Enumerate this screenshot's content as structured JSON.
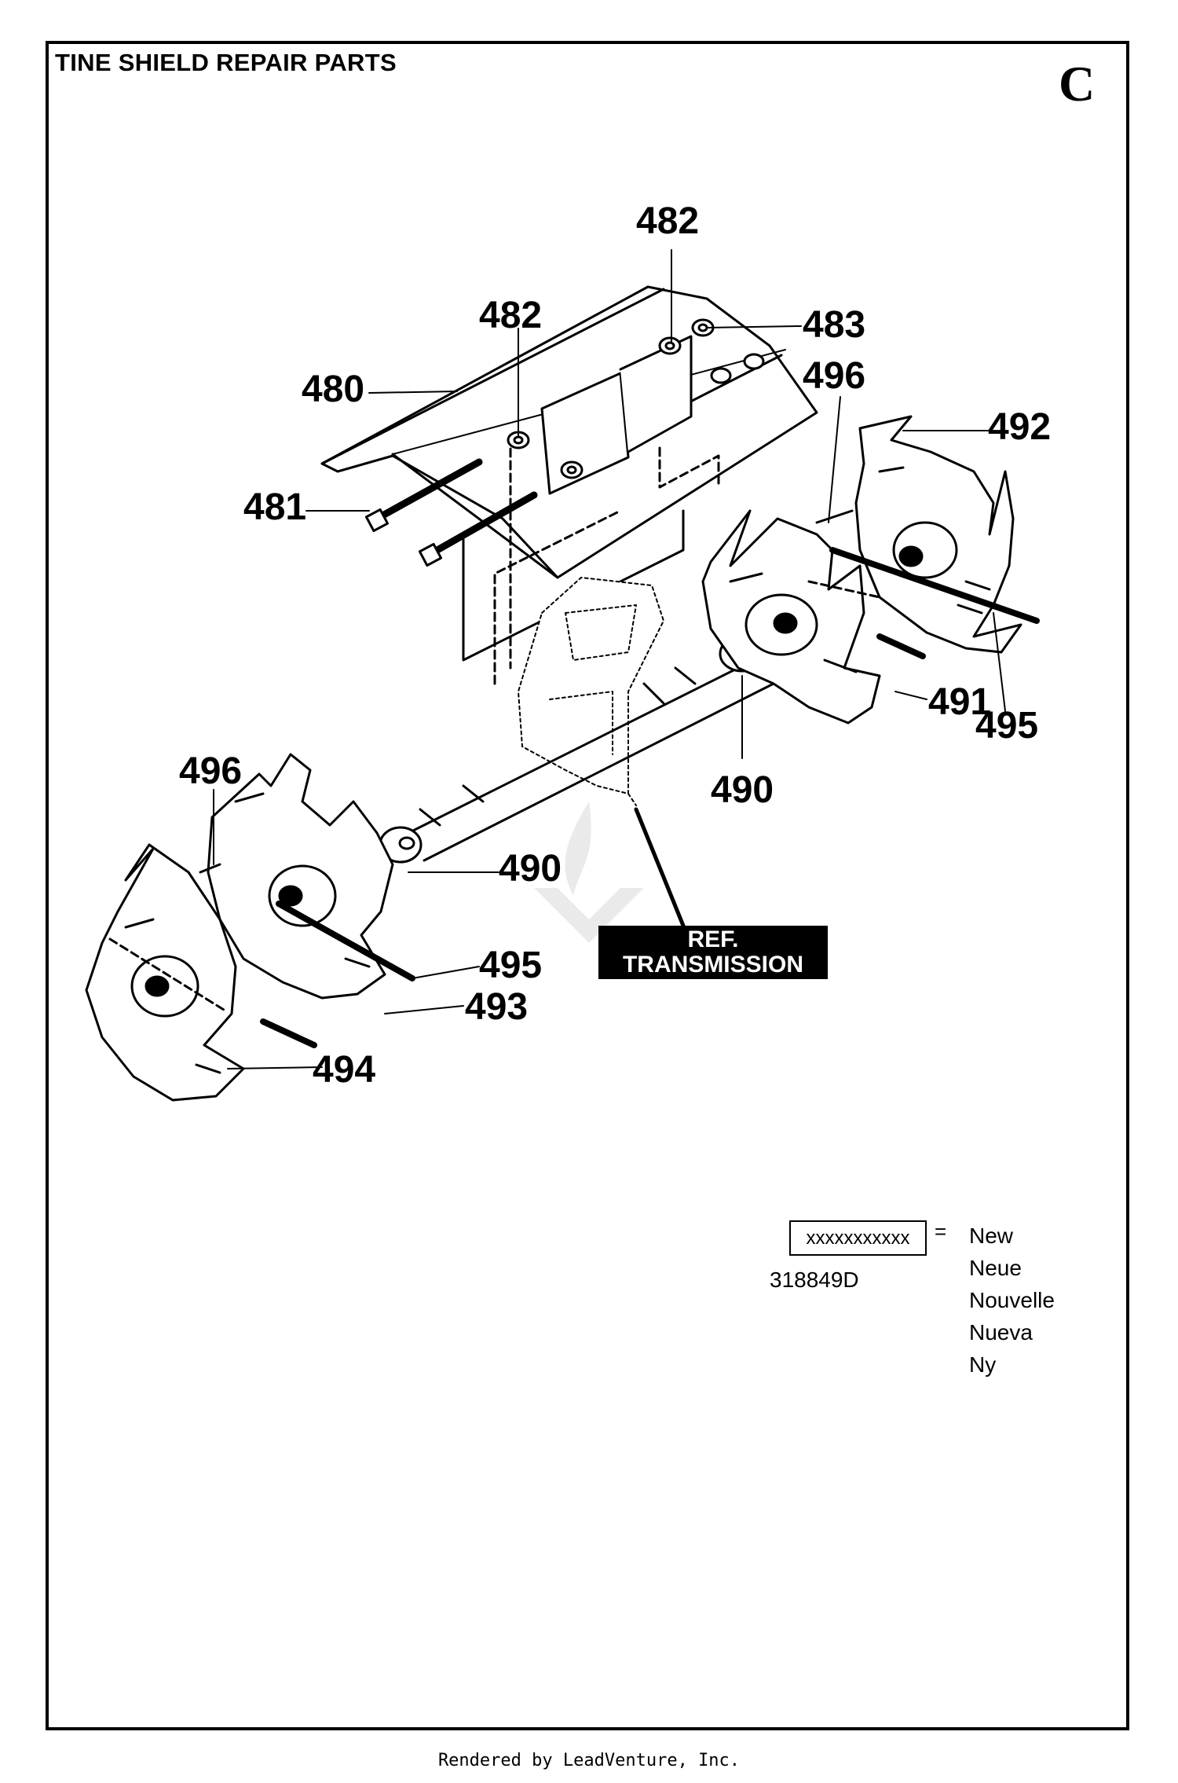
{
  "page": {
    "title": "TINE SHIELD REPAIR PARTS",
    "section_letter": "C"
  },
  "callouts": [
    {
      "id": "c482a",
      "label": "482"
    },
    {
      "id": "c482b",
      "label": "482"
    },
    {
      "id": "c483",
      "label": "483"
    },
    {
      "id": "c480",
      "label": "480"
    },
    {
      "id": "c496a",
      "label": "496"
    },
    {
      "id": "c492",
      "label": "492"
    },
    {
      "id": "c481",
      "label": "481"
    },
    {
      "id": "c491",
      "label": "491"
    },
    {
      "id": "c495a",
      "label": "495"
    },
    {
      "id": "c490a",
      "label": "490"
    },
    {
      "id": "c496b",
      "label": "496"
    },
    {
      "id": "c490b",
      "label": "490"
    },
    {
      "id": "c495b",
      "label": "495"
    },
    {
      "id": "c493",
      "label": "493"
    },
    {
      "id": "c494",
      "label": "494"
    }
  ],
  "reference": {
    "line1": "REF.",
    "line2": "TRANSMISSION"
  },
  "legend": {
    "box_text": "xxxxxxxxxxx",
    "equals": "=",
    "code": "318849D",
    "words": [
      "New",
      "Neue",
      "Nouvelle",
      "Nueva",
      "Ny"
    ]
  },
  "footer": {
    "text": "Rendered by LeadVenture, Inc."
  }
}
